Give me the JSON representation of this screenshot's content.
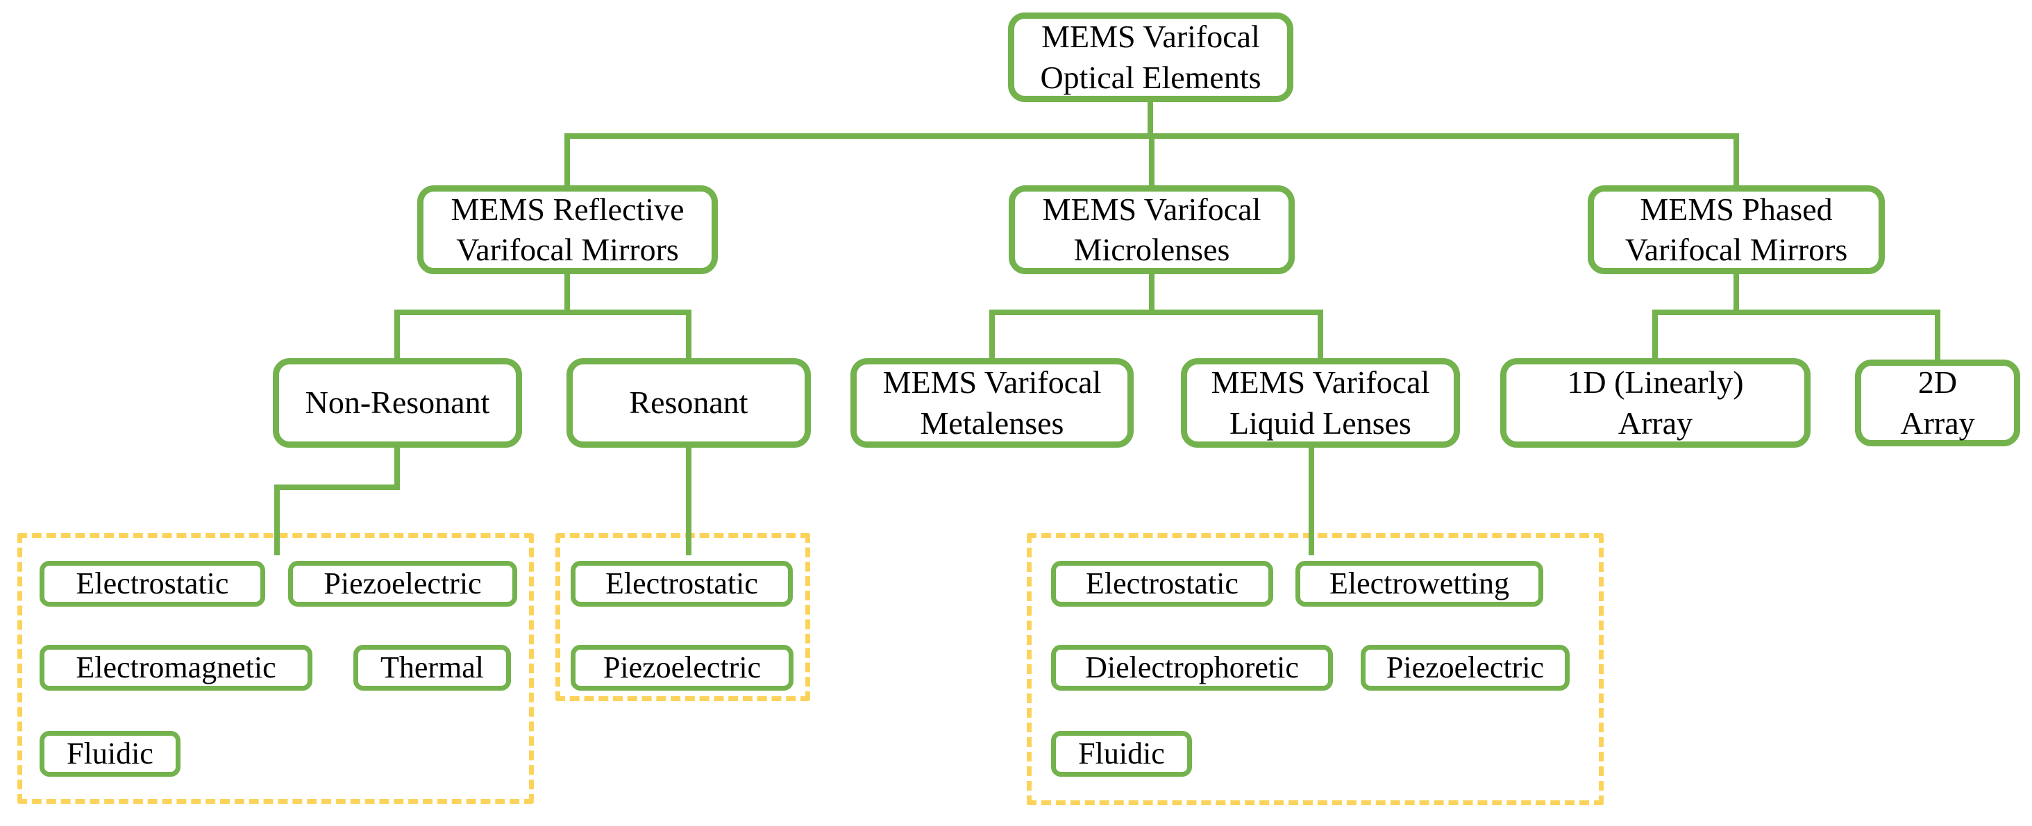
{
  "colors": {
    "connector_green": "#73B24D",
    "group_dash_gold": "#FBD35B",
    "text": "#000000",
    "background": "#FFFFFF"
  },
  "nodes": {
    "root": {
      "label": "MEMS Varifocal\nOptical Elements"
    },
    "reflective": {
      "label": "MEMS Reflective\nVarifocal Mirrors"
    },
    "microlenses": {
      "label": "MEMS Varifocal\nMicrolenses"
    },
    "phased": {
      "label": "MEMS Phased\nVarifocal Mirrors"
    },
    "non_resonant": {
      "label": "Non-Resonant"
    },
    "resonant": {
      "label": "Resonant"
    },
    "metalenses": {
      "label": "MEMS Varifocal\nMetalenses"
    },
    "liquid_lenses": {
      "label": "MEMS Varifocal\nLiquid Lenses"
    },
    "array_1d": {
      "label": "1D (Linearly)\nArray"
    },
    "array_2d": {
      "label": "2D\nArray"
    }
  },
  "actuation_groups": {
    "non_resonant": {
      "items": [
        "Electrostatic",
        "Piezoelectric",
        "Electromagnetic",
        "Thermal",
        "Fluidic"
      ]
    },
    "resonant": {
      "items": [
        "Electrostatic",
        "Piezoelectric"
      ]
    },
    "liquid_lenses": {
      "items": [
        "Electrostatic",
        "Electrowetting",
        "Dielectrophoretic",
        "Piezoelectric",
        "Fluidic"
      ]
    }
  }
}
